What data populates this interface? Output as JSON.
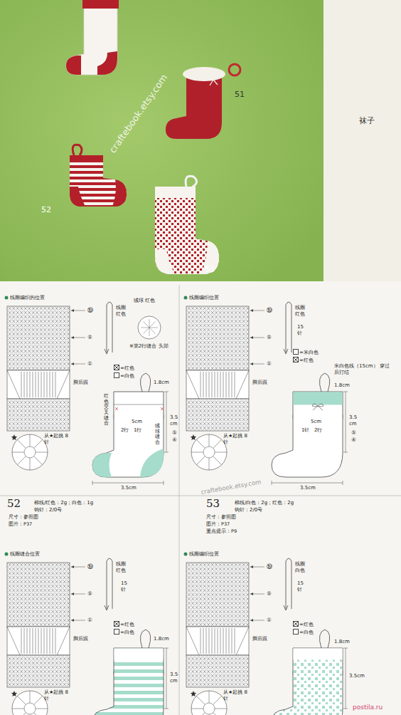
{
  "diagram": {
    "title": "袜子",
    "labels": [
      "51",
      "52",
      "53",
      "craftebook.etsy.com",
      "线圈编织的位置",
      "⑲",
      "⑤",
      "①",
      "线圈 红色",
      "绒球 红色",
      "※第2行缝合 头部",
      "脚后跟",
      "红色交叉缝合",
      "绒球缝合",
      "1.8cm",
      "5cm",
      "3.5 cm",
      "2行",
      "1行",
      "⑤",
      "④",
      "从★起挑 8针",
      "3.5cm",
      "线圈编织位置",
      "⑲",
      "⑤",
      "①",
      "线圈 红色",
      "15 针",
      "脚后跟",
      "米白色线（15cm） 穿过后打结",
      "1.8cm",
      "5cm",
      "3.5 cm",
      "1针",
      "2行",
      "⑤",
      "④",
      "从★起挑 8针",
      "3.5cm",
      "craftebook.etsy.com",
      "52",
      "棉线/红色：2g；白色：1g",
      "钩针：2/0号",
      "尺寸：参照图",
      "图片：P37",
      "53",
      "棉线/白色：2g；红色：2g",
      "钩针：2/0号",
      "尺寸：参照图",
      "图片：P37",
      "重点提示：P9",
      "线圈缝合位置",
      "⑲",
      "⑤",
      "①",
      "线圈 红色",
      "15 针",
      "脚后跟",
      "1.8cm",
      "3.5 cm",
      "从★起挑 8针",
      "线圈编织位置",
      "⑲",
      "⑤",
      "①",
      "线圈 白色",
      "15 针",
      "脚后跟",
      "1.8cm",
      "3.5cm",
      "从★起挑 8针",
      "postila.ru"
    ],
    "legend": [
      {
        "text": "=红色"
      },
      {
        "text": "=白色"
      },
      {
        "text": "=米白色"
      },
      {
        "text": "=红色"
      },
      {
        "text": "=红色"
      },
      {
        "text": "=白色"
      },
      {
        "text": "=红色"
      },
      {
        "text": "=白色"
      }
    ]
  }
}
